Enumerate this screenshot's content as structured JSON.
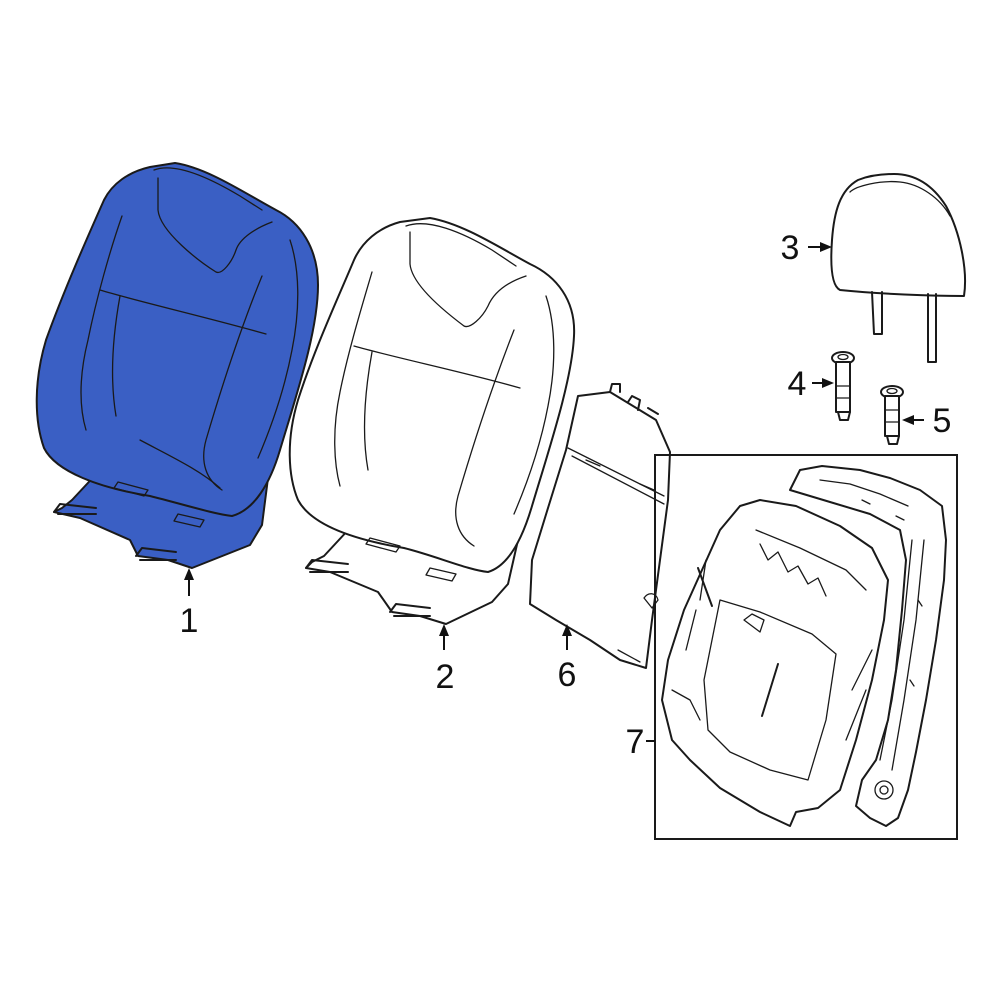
{
  "highlight_color": "#3a5fc4",
  "callouts": {
    "c1": "1",
    "c2": "2",
    "c3": "3",
    "c4": "4",
    "c5": "5",
    "c6": "6",
    "c7": "7"
  },
  "parts": [
    {
      "callout": "1",
      "highlighted": true
    },
    {
      "callout": "2",
      "highlighted": false
    },
    {
      "callout": "3",
      "highlighted": false
    },
    {
      "callout": "4",
      "highlighted": false
    },
    {
      "callout": "5",
      "highlighted": false
    },
    {
      "callout": "6",
      "highlighted": false
    },
    {
      "callout": "7",
      "highlighted": false
    }
  ]
}
